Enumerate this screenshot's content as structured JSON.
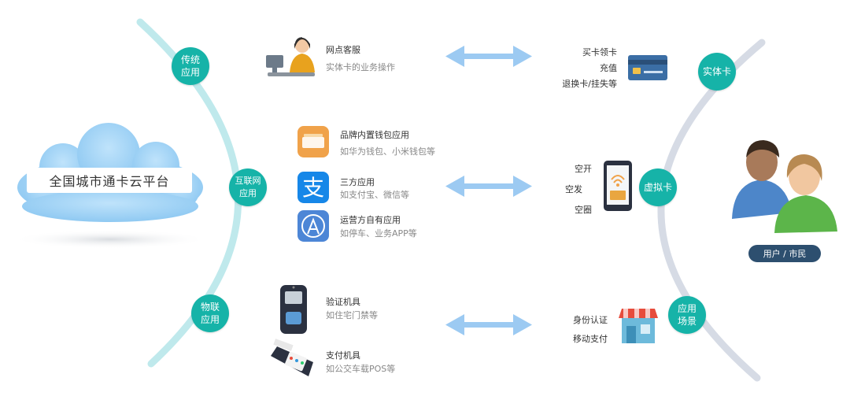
{
  "platform": {
    "title": "全国城市通卡云平台"
  },
  "left_nodes": [
    {
      "label_l1": "传统",
      "label_l2": "应用"
    },
    {
      "label_l1": "互联网",
      "label_l2": "应用"
    },
    {
      "label_l1": "物联",
      "label_l2": "应用"
    }
  ],
  "traditional": {
    "title": "网点客服",
    "sub": "实体卡的业务操作"
  },
  "internet": [
    {
      "title": "品牌内置钱包应用",
      "sub": "如华为钱包、小米钱包等",
      "icon": "wallet-icon"
    },
    {
      "title": "三方应用",
      "sub": "如支付宝、微信等",
      "icon": "alipay-icon"
    },
    {
      "title": "运营方自有应用",
      "sub": "如停车、业务APP等",
      "icon": "app-store-icon"
    }
  ],
  "iot": [
    {
      "title": "验证机具",
      "sub": "如住宅门禁等",
      "icon": "verification-terminal-icon"
    },
    {
      "title": "支付机具",
      "sub": "如公交车载POS等",
      "icon": "pos-terminal-icon"
    }
  ],
  "right_nodes": [
    {
      "label": "实体卡"
    },
    {
      "label": "虚拟卡"
    },
    {
      "label_l1": "应用",
      "label_l2": "场景"
    }
  ],
  "physical_card_ops": [
    "买卡领卡",
    "充值",
    "退换卡/挂失等"
  ],
  "virtual_card_ops": [
    "空开",
    "空发",
    "空圈"
  ],
  "scenario_ops": [
    "身份认证",
    "移动支付"
  ],
  "users": {
    "label": "用户 / 市民"
  },
  "colors": {
    "node": "#16b3a8",
    "left_arc": "#bfe9ec",
    "right_arc": "#d6dbe5",
    "arrow": "#9ccaf2",
    "user_pill": "#2d4f6f"
  }
}
